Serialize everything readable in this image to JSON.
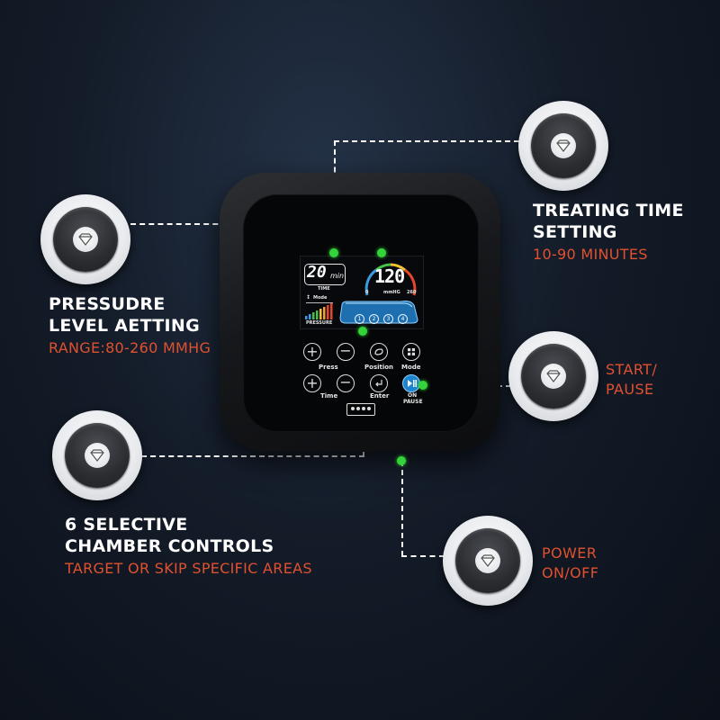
{
  "callouts": {
    "treating_time": {
      "title_line1": "TREATING TIME",
      "title_line2": "SETTING",
      "sub": "10-90 MINUTES"
    },
    "pressure": {
      "title_line1": "PRESSUDRE",
      "title_line2": "LEVEL AETTING",
      "sub": "RANGE:80-260 MMHG"
    },
    "start_pause": {
      "line1": "START/",
      "line2": "PAUSE"
    },
    "chambers": {
      "title_line1": "6 SELECTIVE",
      "title_line2": "CHAMBER CONTROLS",
      "sub": "TARGET OR SKIP SPECIFIC AREAS"
    },
    "power": {
      "line1": "POWER",
      "line2": "ON/OFF"
    }
  },
  "display": {
    "time_value": "20",
    "time_unit": "min",
    "time_label": "TIME",
    "pressure_value": "120",
    "pressure_unit": "mmHG",
    "pressure_min": "0",
    "pressure_max": "260",
    "pressure_label": "PRESSURE",
    "mode_label": "Mode",
    "chambers": [
      "1",
      "2",
      "3",
      "4"
    ]
  },
  "panel": {
    "press_label": "Press",
    "time_label": "Time",
    "position_label": "Position",
    "enter_label": "Enter",
    "mode_label": "Mode",
    "on_pause_line1": "ON",
    "on_pause_line2": "PAUSE"
  },
  "colors": {
    "accent_red": "#e0512f",
    "indicator_green": "#34d339",
    "screen_blue": "#36a6e0"
  }
}
